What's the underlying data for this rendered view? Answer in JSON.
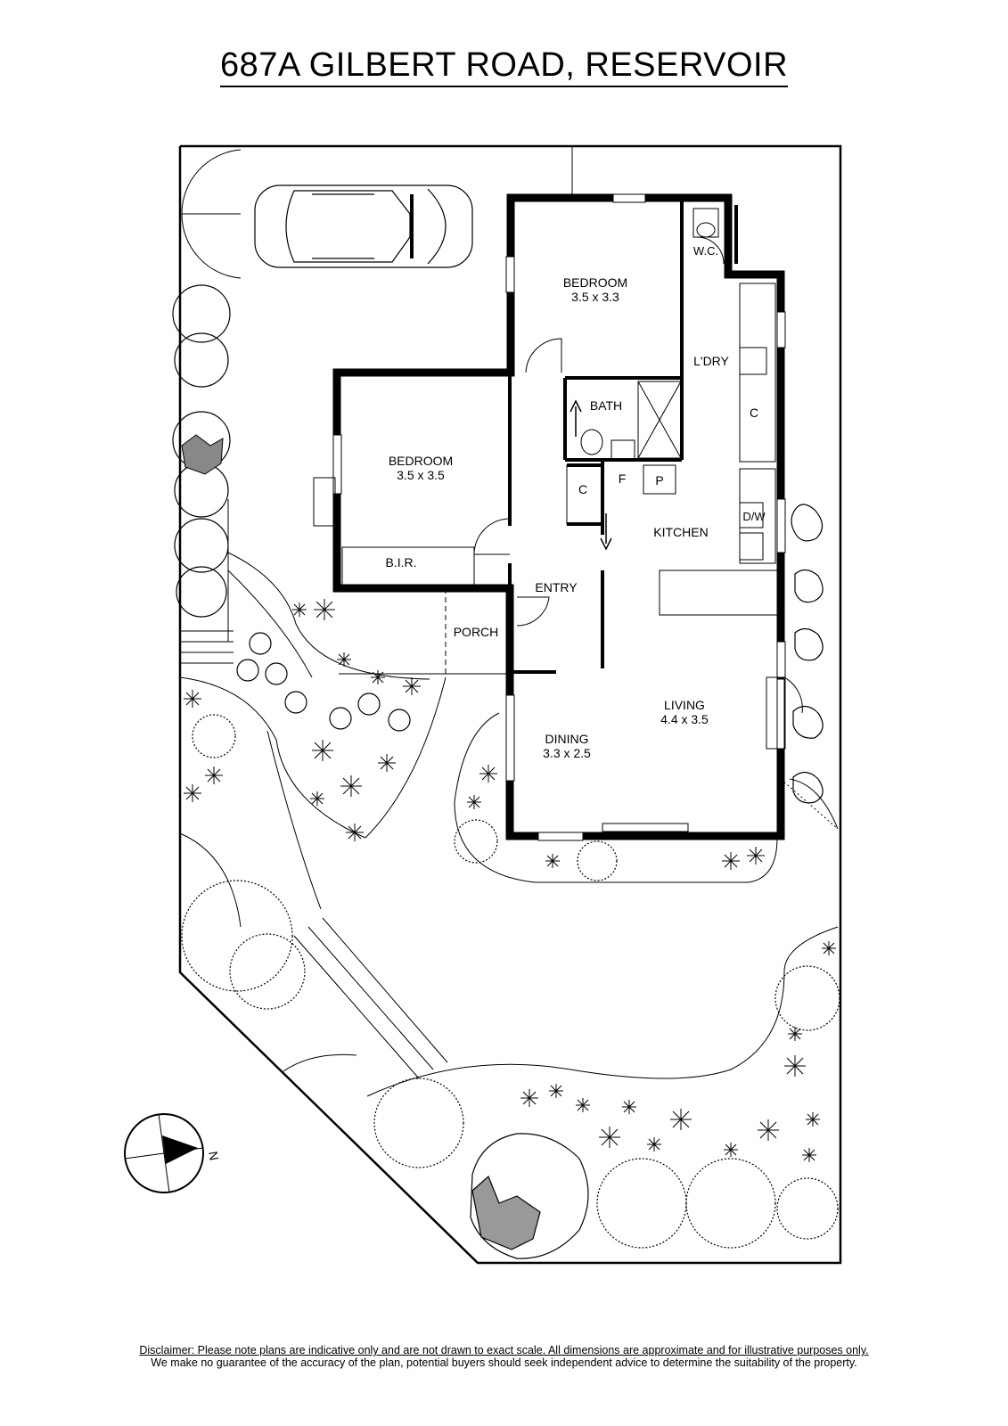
{
  "title": "687A GILBERT ROAD, RESERVOIR",
  "rooms": {
    "bedroom1": {
      "name": "BEDROOM",
      "dims": "3.5 x 3.3"
    },
    "bedroom2": {
      "name": "BEDROOM",
      "dims": "3.5 x 3.5"
    },
    "wc": "W.C.",
    "laundry": "L'DRY",
    "bath": "BATH",
    "cupboard": "C",
    "cupboard2": "C",
    "fridge": "F",
    "pantry": "P",
    "dishwasher": "D/W",
    "kitchen": "KITCHEN",
    "bir": "B.I.R.",
    "entry": "ENTRY",
    "porch": "PORCH",
    "living": {
      "name": "LIVING",
      "dims": "4.4 x 3.5"
    },
    "dining": {
      "name": "DINING",
      "dims": "3.3 x 2.5"
    }
  },
  "compass": {
    "label": "N"
  },
  "disclaimer": {
    "line1": "Disclaimer: Please note plans are indicative only and are not drawn to exact scale. All dimensions are approximate and for illustrative purposes only.",
    "line2": "We make no guarantee of the accuracy of the plan, potential buyers should seek independent advice to determine the suitability of the property."
  }
}
